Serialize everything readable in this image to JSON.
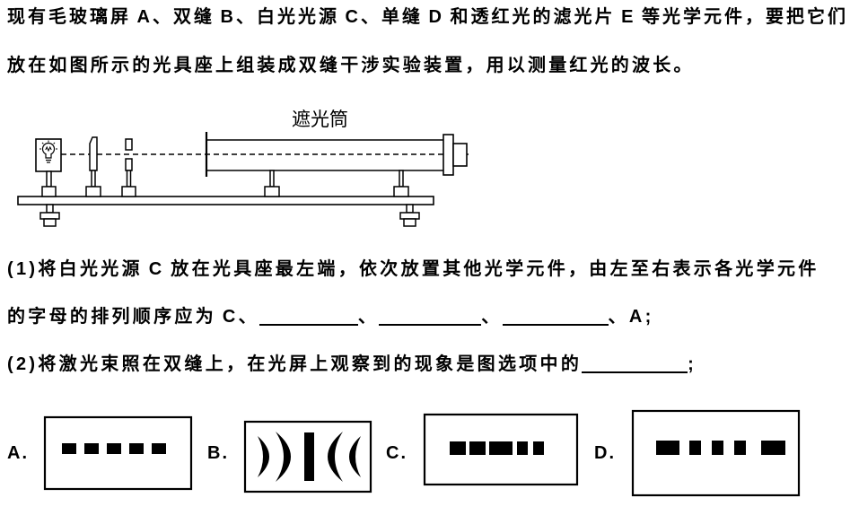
{
  "question": {
    "stem": [
      "现有毛玻璃屏 A、双缝 B、白光光源 C、单缝 D 和透红光的滤光片 E 等光学元件，要把它们",
      "放在如图所示的光具座上组装成双缝干涉实验装置，用以测量红光的波长。"
    ],
    "figure_label": "遮光筒",
    "part1": {
      "line1": "(1)将白光光源 C 放在光具座最左端，依次放置其他光学元件，由左至右表示各光学元件",
      "line2_prefix": "的字母的排列顺序应为 C、",
      "separator": "、",
      "line2_suffix": "、A;"
    },
    "part2": {
      "prefix": "(2)将激光束照在双缝上，在光屏上观察到的现象是图选项中的",
      "suffix": ";"
    },
    "options": [
      {
        "label": "A."
      },
      {
        "label": "B."
      },
      {
        "label": "C."
      },
      {
        "label": "D."
      }
    ]
  }
}
